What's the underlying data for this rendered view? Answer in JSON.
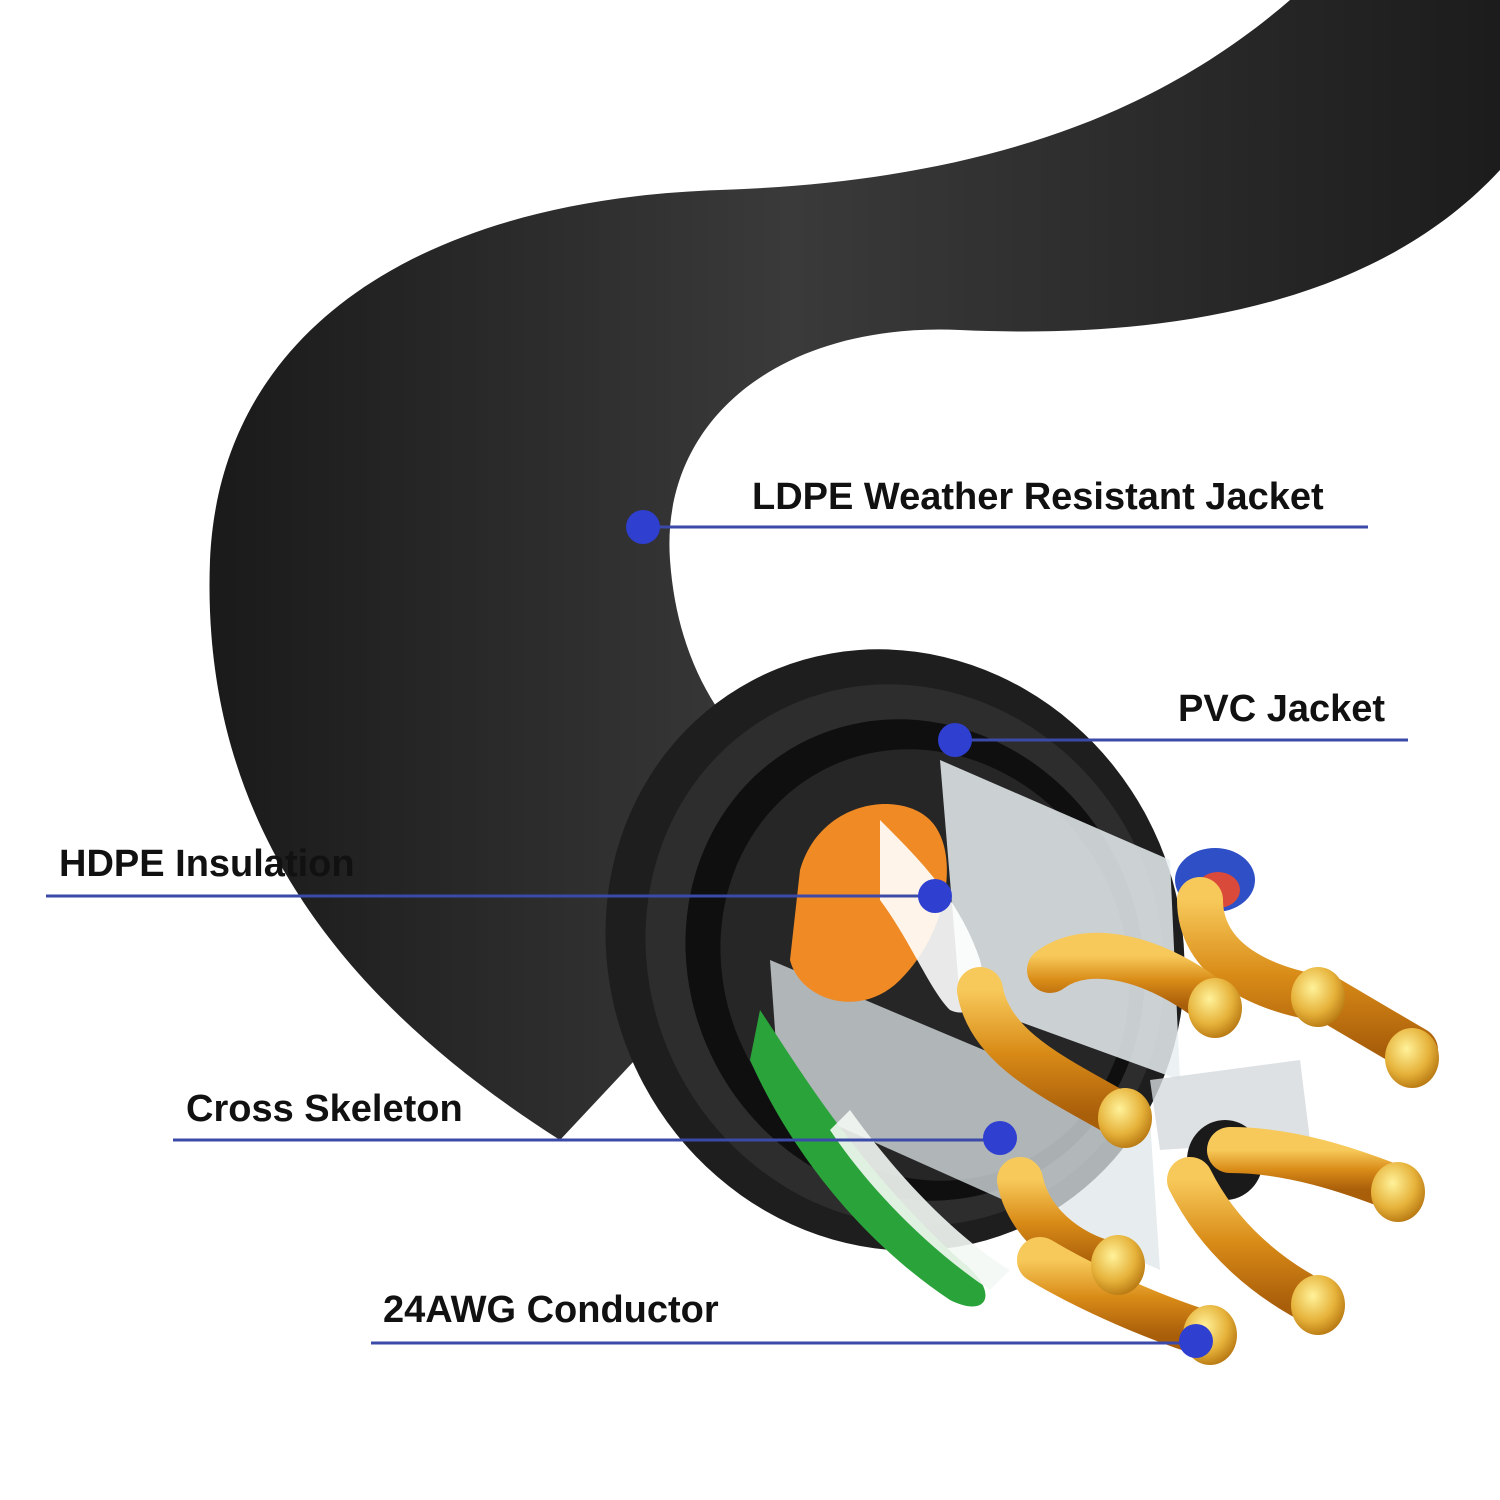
{
  "callouts": [
    {
      "id": "ldpe-jacket",
      "label": "LDPE Weather Resistant Jacket"
    },
    {
      "id": "pvc-jacket",
      "label": "PVC Jacket"
    },
    {
      "id": "hdpe-insulation",
      "label": "HDPE Insulation"
    },
    {
      "id": "cross-skeleton",
      "label": "Cross Skeleton"
    },
    {
      "id": "conductor",
      "label": "24AWG Conductor"
    }
  ],
  "colors": {
    "callout_line": "#3b4aa8",
    "callout_dot": "#2f3fd0",
    "jacket": "#2c2c2c",
    "copper": "#e0a12a",
    "orange_pair": "#f08a24",
    "green_pair": "#2aa43a",
    "blue_pair": "#2e4fc6"
  }
}
